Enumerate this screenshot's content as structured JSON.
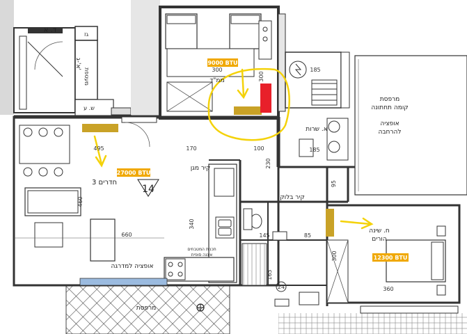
{
  "colors": {
    "btu_badge": "#f0a800",
    "btu_text": "#ffffff",
    "ac_unit": "#c9a227",
    "marker_yellow": "#f4d20a",
    "marker_red": "#e8202a",
    "wall": "#3a3a3a",
    "floor_gray": "#cfcfcf",
    "terrace_hatch": "#555555",
    "sliding_door_blue": "#9bbbe0"
  },
  "rooms": {
    "living": "3 חדרים",
    "living_number": "14",
    "mamad": "ממ\"ד",
    "laundry": "א. שרות",
    "parents_bedroom_line1": "ח. שינה",
    "parents_bedroom_line2": "הורים",
    "terrace_bottom": "מרפסת",
    "terrace_right_line1": "מרפסת",
    "terrace_right_line2": "קומה תחתונה",
    "option_line1": "אופציה",
    "option_line2": "להרחבה",
    "shelter_wall": "קיר מגן",
    "block_wall": "קיר בלוק",
    "stair_option": "אופציה למדרגה",
    "kitchen_note_line1": "תכנית המטבחים",
    "kitchen_note_line2": "איננה סופית",
    "elevator_label": "ד. א",
    "stair_label": "א'-ג'",
    "cabinet_label": "ש. ע",
    "gaz_label": "גז",
    "shaft_label": "מעטפת"
  },
  "btu_labels": {
    "mamad": "9000 BTU",
    "living": "27000 BTU",
    "bedroom": "12300 BTU"
  },
  "dimensions": {
    "d495": "495",
    "d170": "170",
    "d100": "100",
    "d230": "230",
    "d460": "460",
    "d660": "660",
    "d340": "340",
    "d300_top": "300",
    "d300_side": "300",
    "d185_top": "185",
    "d185_mid": "185",
    "d95": "95",
    "d145": "145",
    "d85": "85",
    "d165": "165",
    "d300_room": "300",
    "d360": "360",
    "d24": "24"
  }
}
